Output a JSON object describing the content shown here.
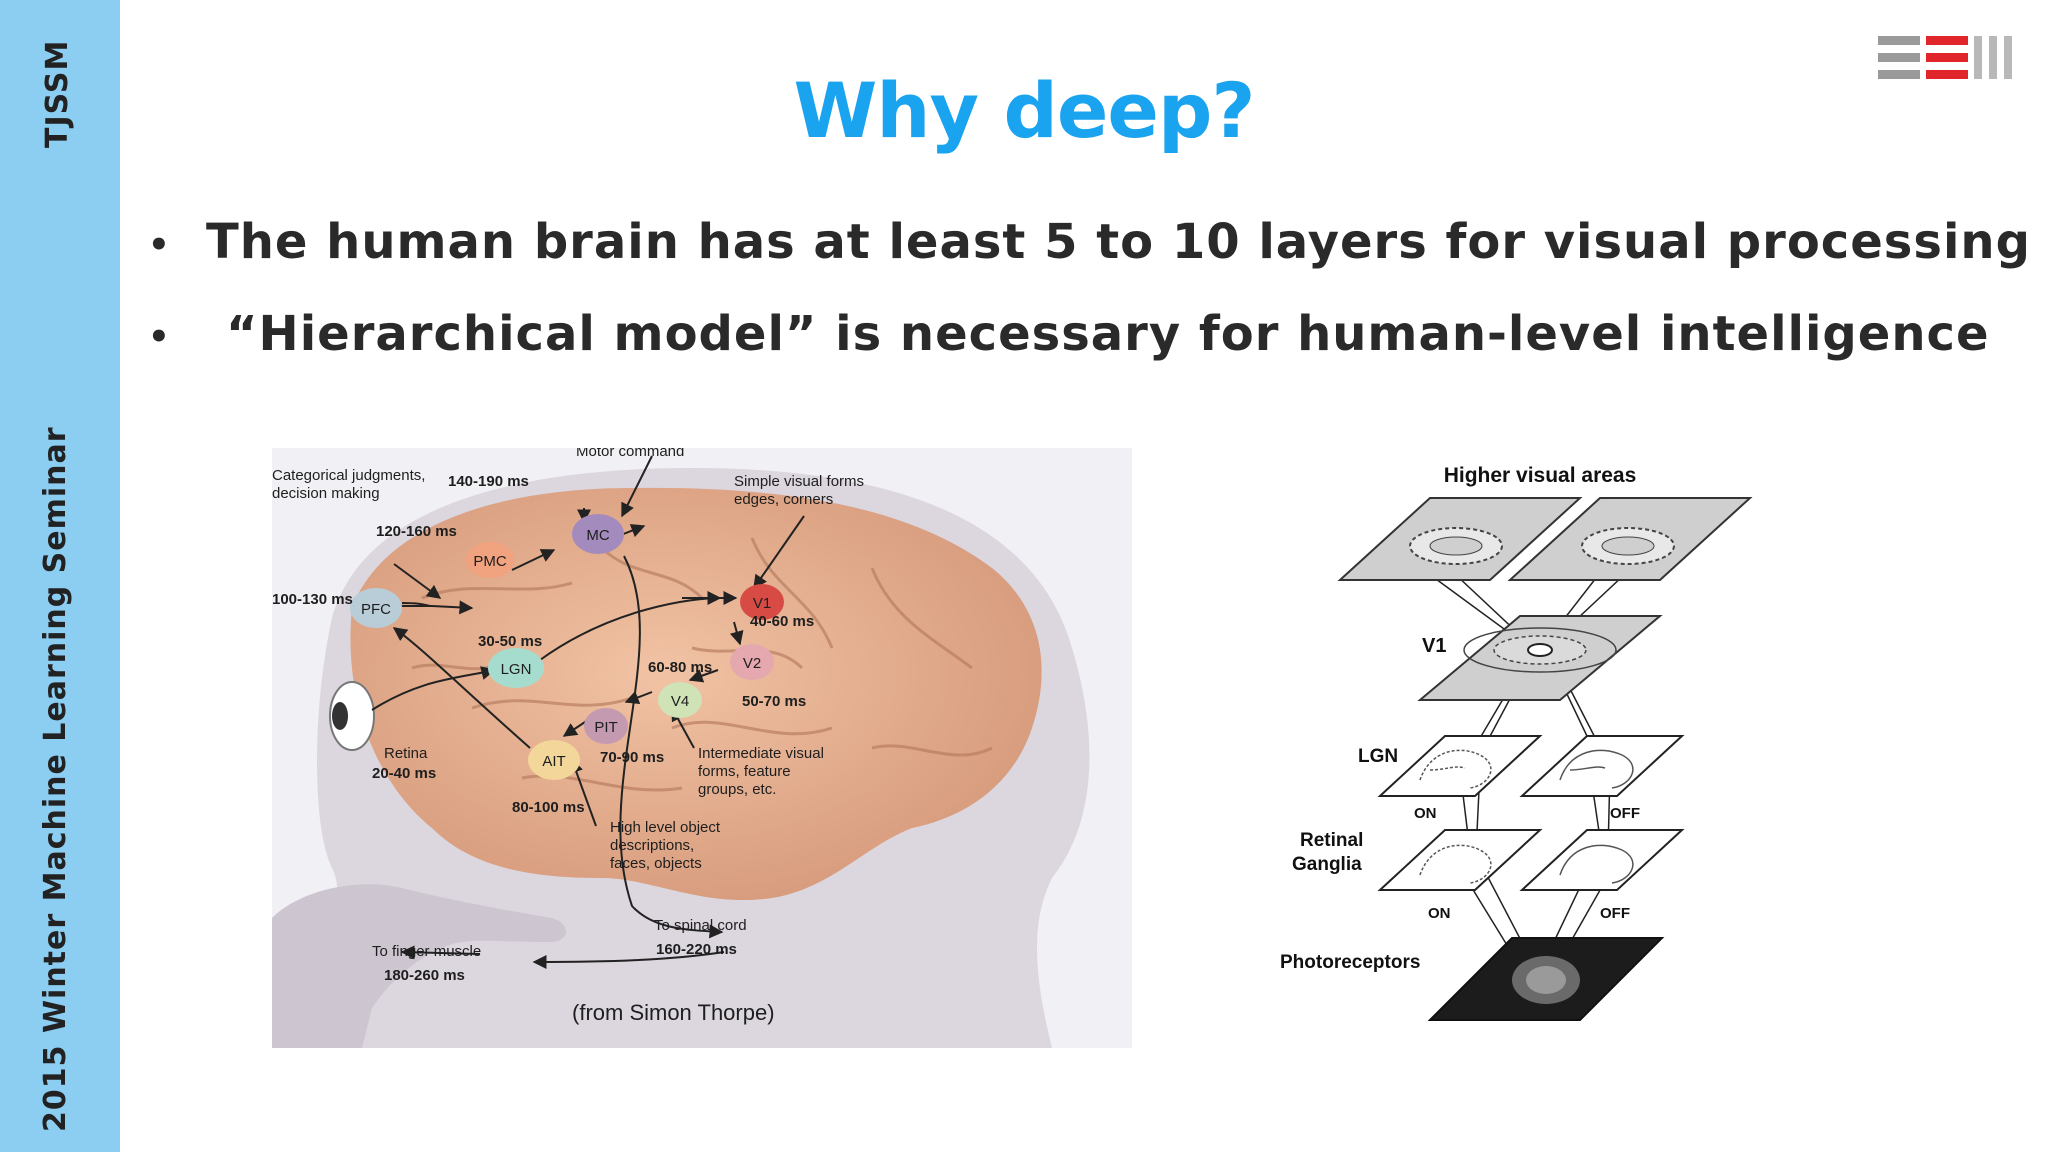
{
  "sidebar": {
    "org": "TJSSM",
    "event": "2015  Winter   Machine Learning Seminar"
  },
  "slide": {
    "title": "Why deep?",
    "bullets": [
      "The human brain has at least 5 to 10 layers for visual processing",
      "“Hierarchical model”  is necessary for human-level intelligence"
    ]
  },
  "brain_figure": {
    "areas": [
      "PFC",
      "PMC",
      "MC",
      "LGN",
      "V1",
      "V2",
      "V4",
      "PIT",
      "AIT"
    ],
    "timings": {
      "pfc": "100-130 ms",
      "pmc": "120-160 ms",
      "mc": "140-190 ms",
      "lgn": "30-50 ms",
      "v1": "40-60 ms",
      "v2": "50-70 ms",
      "v4": "60-80 ms",
      "pit": "70-90 ms",
      "ait": "80-100 ms",
      "retina": "20-40 ms",
      "spinal": "160-220 ms",
      "finger": "180-260 ms"
    },
    "labels": {
      "categorical_1": "Categorical judgments,",
      "categorical_2": "decision making",
      "motor": "Motor command",
      "simple_1": "Simple visual forms",
      "simple_2": "edges, corners",
      "retina": "Retina",
      "intermediate_1": "Intermediate visual",
      "intermediate_2": "forms, feature",
      "intermediate_3": "groups, etc.",
      "high_1": "High level object",
      "high_2": "descriptions,",
      "high_3": "faces, objects",
      "spinal": "To spinal cord",
      "finger": "To finger muscle",
      "credit": "(from Simon Thorpe)"
    }
  },
  "layers_figure": {
    "higher": "Higher visual areas",
    "v1": "V1",
    "lgn": "LGN",
    "retinal_1": "Retinal",
    "retinal_2": "Ganglia",
    "photo": "Photoreceptors",
    "on": "ON",
    "off": "OFF"
  },
  "colors": {
    "sidebar": "#8ccdf2",
    "title": "#1aa3ee",
    "logo_gray": "#9a9a9a",
    "logo_red": "#e0252b"
  }
}
